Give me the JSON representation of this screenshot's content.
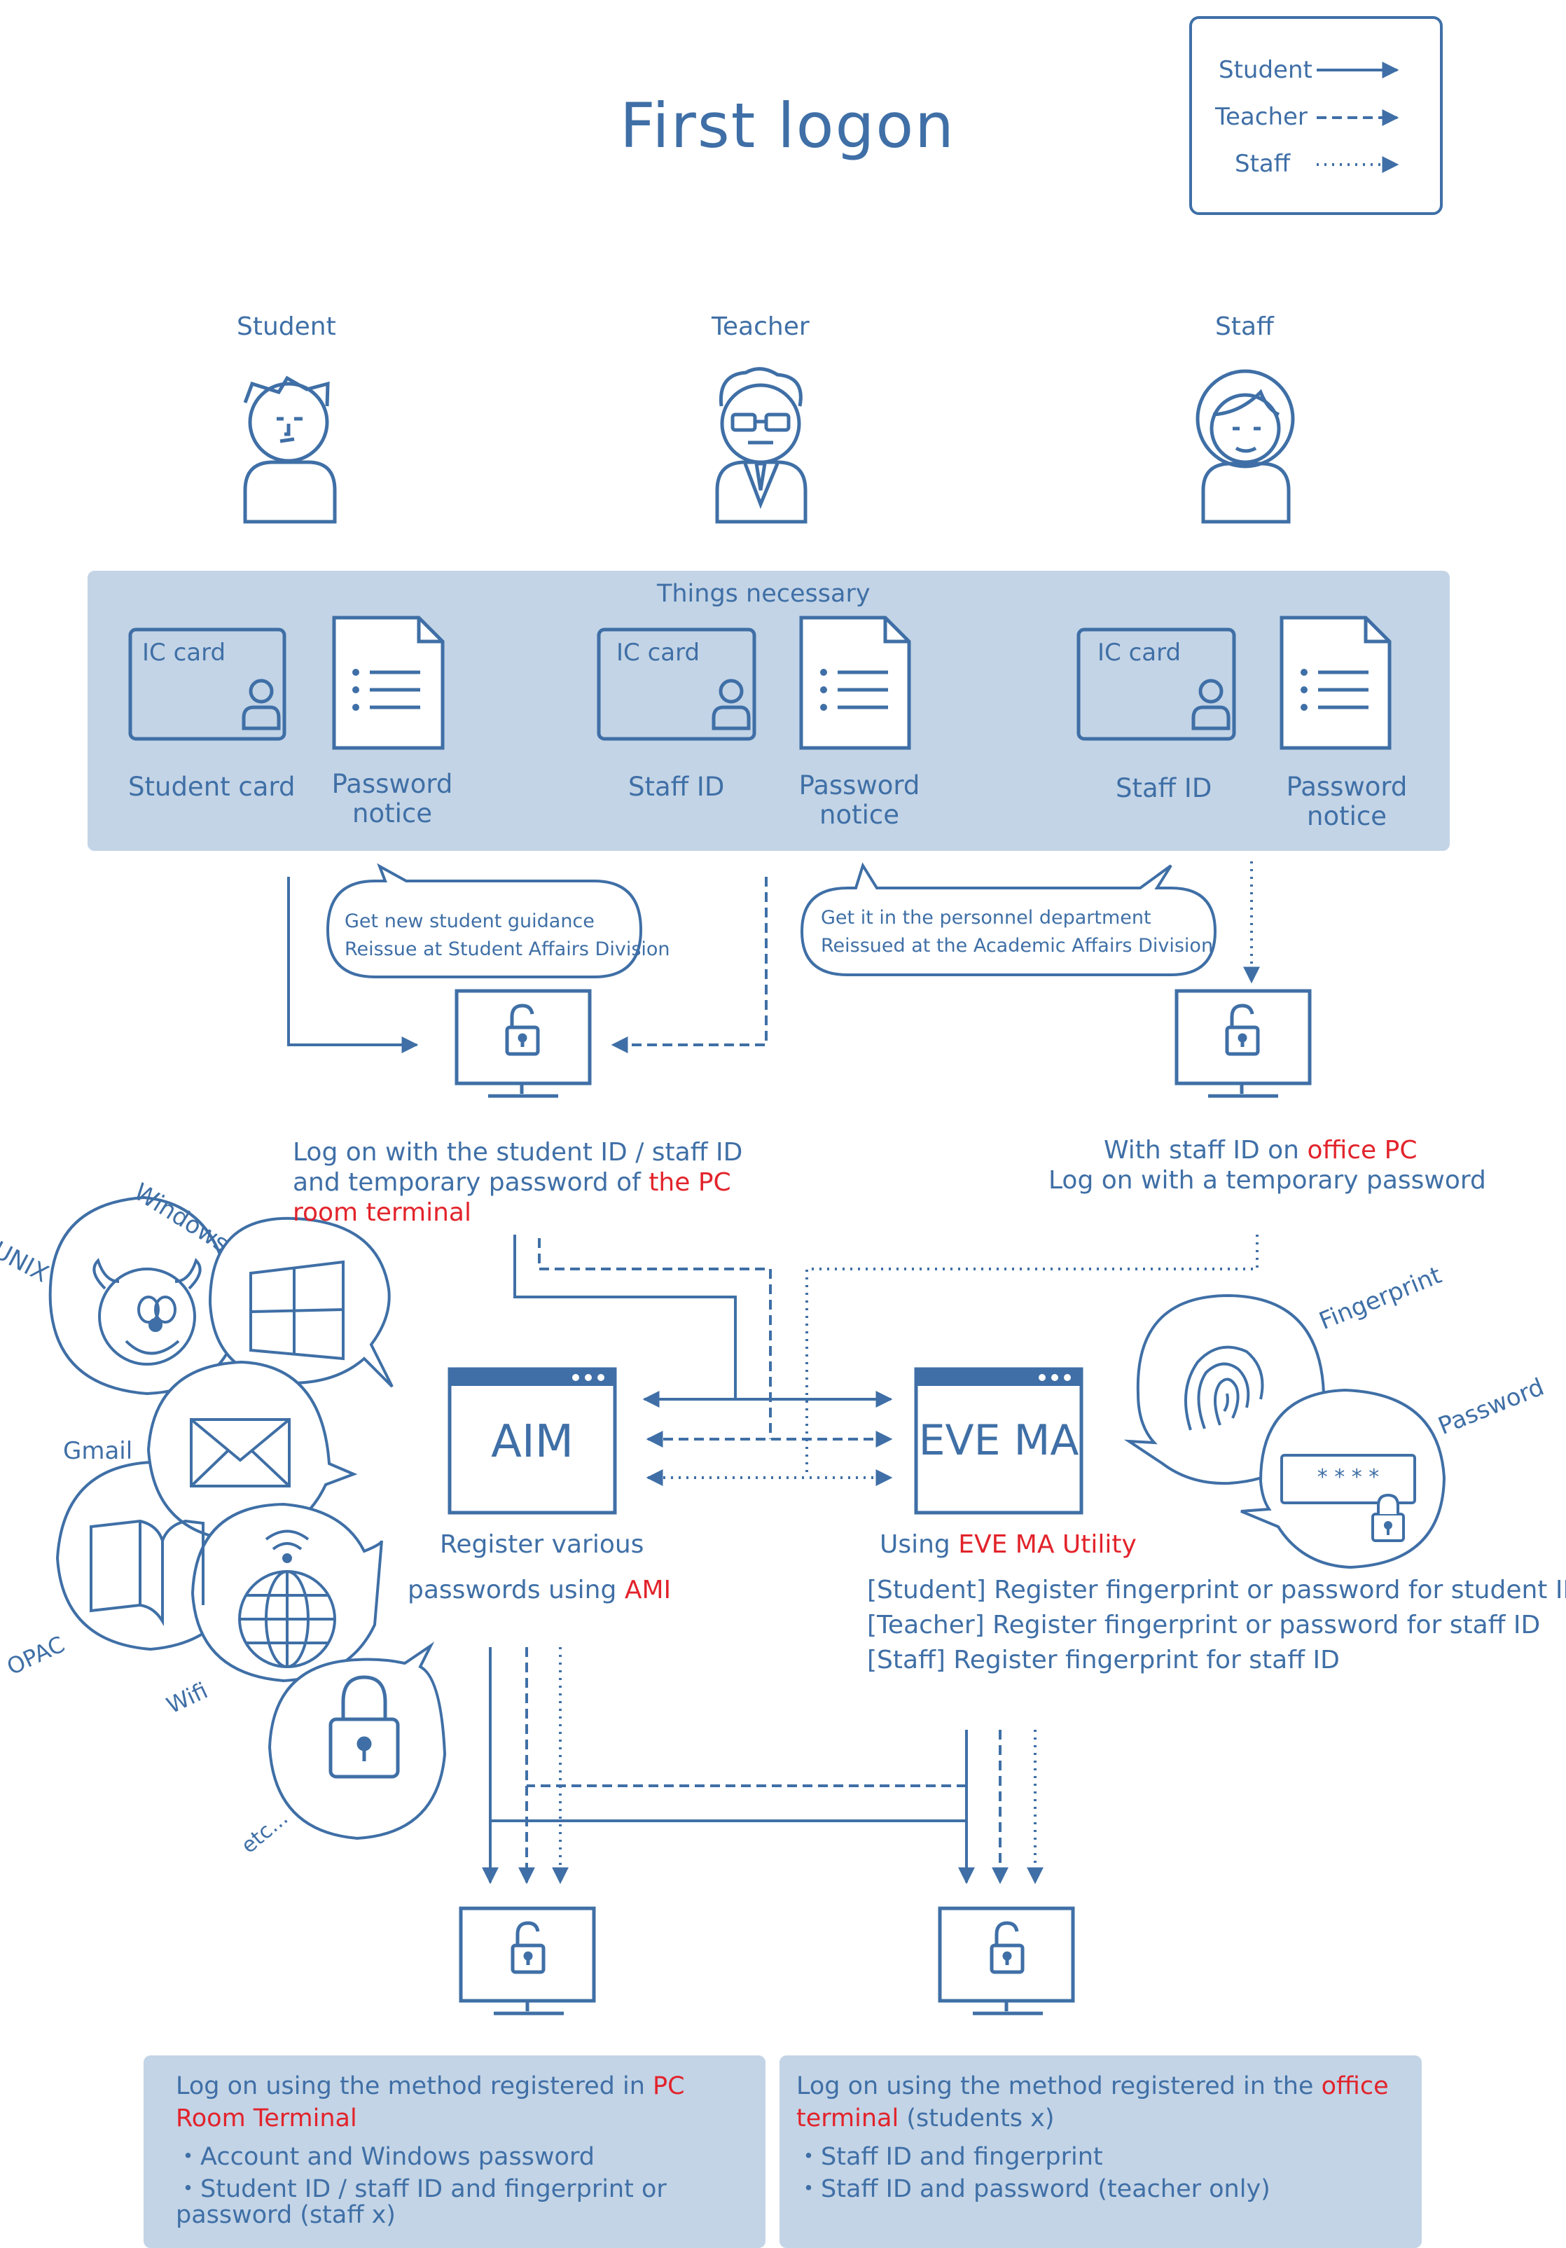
{
  "title": "First logon",
  "legend": {
    "student": "Student",
    "teacher": "Teacher",
    "staff": "Staff"
  },
  "personas": {
    "student": "Student",
    "teacher": "Teacher",
    "staff": "Staff"
  },
  "things": {
    "header": "Things necessary",
    "ic_card": "IC card",
    "student_card": "Student card",
    "staff_id_1": "Staff ID",
    "staff_id_2": "Staff ID",
    "password": "Password",
    "notice": "notice"
  },
  "bubbles": {
    "student_1": "Get new student guidance",
    "student_2": "Reissue at Student Affairs Division",
    "staff_1": "Get it in the personnel department",
    "staff_2": "Reissued at the Academic Affairs Division"
  },
  "logon_left": {
    "line1": "Log on with the student ID / staff ID",
    "line2": "and temporary password of",
    "line2_red": "the PC",
    "line3_red": "room terminal"
  },
  "logon_right": {
    "line1": "With staff ID on",
    "line1_red": "office PC",
    "line2": "Log on with a temporary password"
  },
  "services": [
    "UNIX",
    "Windows",
    "Gmail",
    "OPAC",
    "Wifi",
    "etc..."
  ],
  "aim": {
    "label": "AIM",
    "desc1": "Register various",
    "desc2": "passwords using",
    "desc2_red": "AMI"
  },
  "evema": {
    "label": "EVE MA",
    "using": "Using",
    "using_red": "EVE MA Utility",
    "line_student": "[Student] Register fingerprint or password for student ID",
    "line_teacher": "[Teacher] Register fingerprint or password for staff ID",
    "line_staff": "[Staff] Register fingerprint for staff ID"
  },
  "auth": {
    "fingerprint": "Fingerprint",
    "password": "Password",
    "stars": "* * * *"
  },
  "bottom_left": {
    "line1": "Log on using the method registered in",
    "line1_red": "PC",
    "line2_red": "Room Terminal",
    "bullet1": "・Account and Windows password",
    "bullet2": "・Student ID / staff ID and fingerprint or",
    "bullet2b": "password (staff x)"
  },
  "bottom_right": {
    "line1": "Log on using the method registered in the",
    "line1_red": "office",
    "line2_red": "terminal",
    "line2": "(students x)",
    "bullet1": "・Staff ID and fingerprint",
    "bullet2": "・Staff ID and password (teacher only)"
  },
  "colors": {
    "primary": "#3f6fa6",
    "accent": "#e2232b",
    "panel": "#c3d4e6"
  }
}
